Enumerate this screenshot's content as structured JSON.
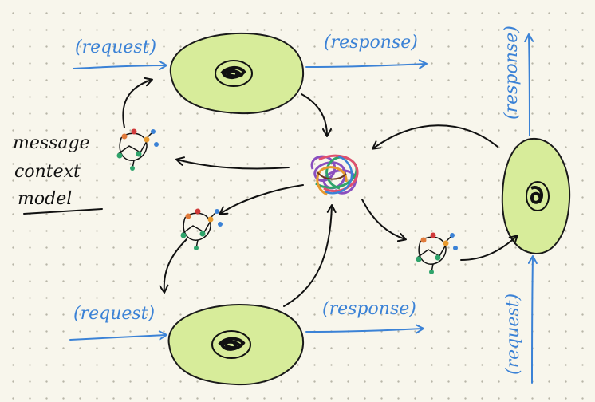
{
  "labels": {
    "request_top": "(request)",
    "response_top": "(response)",
    "request_bottom": "(request)",
    "response_bottom": "(response)",
    "response_right": "(response)",
    "request_right": "(request)",
    "model_line1": "message",
    "model_line2": "context",
    "model_line3": "model"
  },
  "colors": {
    "cell_fill": "#d7ec9a",
    "cell_stroke": "#1a1a1a",
    "arrow_blue": "#3b82d6",
    "arrow_black": "#111111"
  },
  "icons": {
    "nucleus": "scribble-nucleus-icon",
    "tangle": "colorful-tangle-icon",
    "message_molecule": "message-molecule-icon"
  }
}
